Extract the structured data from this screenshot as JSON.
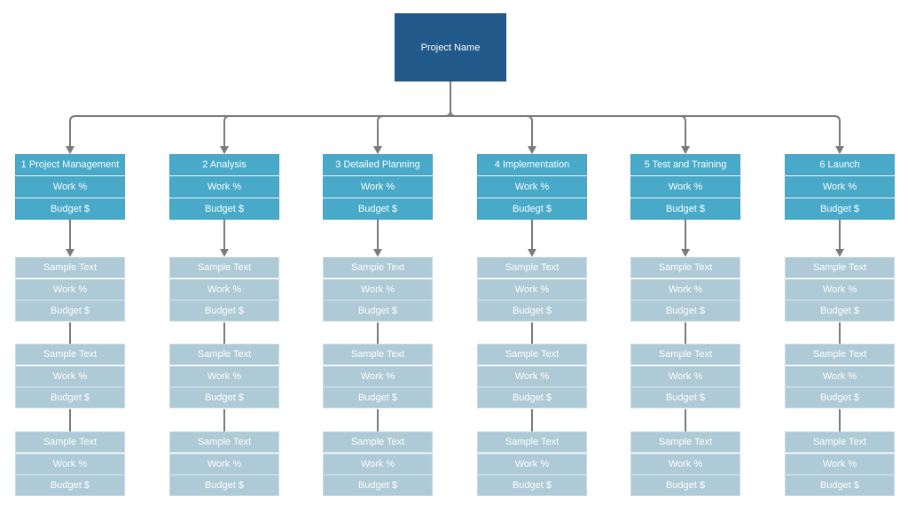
{
  "project": {
    "name": "Project Name"
  },
  "colors": {
    "root": "#215a8a",
    "phase": "#48a9c9",
    "task": "#aecad6",
    "connector": "#7a7a7a"
  },
  "phases": [
    {
      "title": "1 Project Management",
      "work": "Work %",
      "budget": "Budget $",
      "tasks": [
        {
          "text": "Sample Text",
          "work": "Work %",
          "budget": "Budget $"
        },
        {
          "text": "Sample Text",
          "work": "Work %",
          "budget": "Budget $"
        },
        {
          "text": "Sample Text",
          "work": "Work %",
          "budget": "Budget $"
        }
      ]
    },
    {
      "title": "2 Analysis",
      "work": "Work %",
      "budget": "Budget $",
      "tasks": [
        {
          "text": "Sample Text",
          "work": "Work %",
          "budget": "Budget $"
        },
        {
          "text": "Sample Text",
          "work": "Work %",
          "budget": "Budget $"
        },
        {
          "text": "Sample Text",
          "work": "Work %",
          "budget": "Budget $"
        }
      ]
    },
    {
      "title": "3 Detailed Planning",
      "work": "Work %",
      "budget": "Budget $",
      "tasks": [
        {
          "text": "Sample Text",
          "work": "Work %",
          "budget": "Budget $"
        },
        {
          "text": "Sample Text",
          "work": "Work %",
          "budget": "Budget $"
        },
        {
          "text": "Sample Text",
          "work": "Work %",
          "budget": "Budget $"
        }
      ]
    },
    {
      "title": "4 Implementation",
      "work": "Work %",
      "budget": "Budegt $",
      "tasks": [
        {
          "text": "Sample Text",
          "work": "Work %",
          "budget": "Budget $"
        },
        {
          "text": "Sample Text",
          "work": "Work %",
          "budget": "Budget $"
        },
        {
          "text": "Sample Text",
          "work": "Work %",
          "budget": "Budget $"
        }
      ]
    },
    {
      "title": "5 Test and Training",
      "work": "Work %",
      "budget": "Budget $",
      "tasks": [
        {
          "text": "Sample Text",
          "work": "Work %",
          "budget": "Budget $"
        },
        {
          "text": "Sample Text",
          "work": "Work %",
          "budget": "Budget $"
        },
        {
          "text": "Sample Text",
          "work": "Work %",
          "budget": "Budget $"
        }
      ]
    },
    {
      "title": "6 Launch",
      "work": "Work %",
      "budget": "Budget $",
      "tasks": [
        {
          "text": "Sample Text",
          "work": "Work %",
          "budget": "Budget $"
        },
        {
          "text": "Sample Text",
          "work": "Work %",
          "budget": "Budget $"
        },
        {
          "text": "Sample Text",
          "work": "Work %",
          "budget": "Budget $"
        }
      ]
    }
  ]
}
